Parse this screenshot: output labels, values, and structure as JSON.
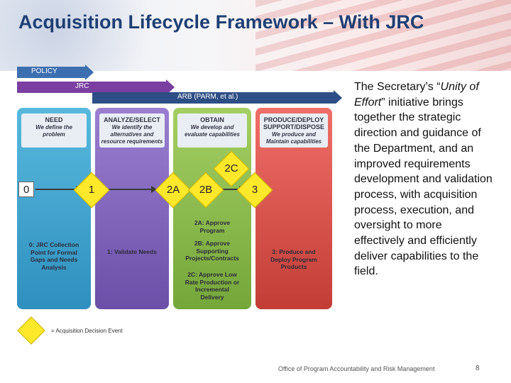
{
  "slide": {
    "title": "Acquisition Lifecycle Framework – With JRC",
    "footer": "Office of Program Accountability and Risk Management",
    "page_number": "8"
  },
  "bars": {
    "policy": "POLICY",
    "jrc": "JRC",
    "arb": "ARB (PARM, et al.)"
  },
  "phases": {
    "need": {
      "title": "NEED",
      "line1": "We define the",
      "line2": "problem"
    },
    "analyze": {
      "title": "ANALYZE/SELECT",
      "line1": "We identify the",
      "line2": "alternatives and",
      "line3": "resource requirements"
    },
    "obtain": {
      "title": "OBTAIN",
      "line1": "We develop and",
      "line2": "evaluate capabilities"
    },
    "produce": {
      "title1": "PRODUCE/DEPLOY",
      "title2": "SUPPORT/DISPOSE",
      "line1": "We produce and",
      "line2": "Maintain capabilities"
    }
  },
  "nodes": {
    "n0": "0",
    "n1": "1",
    "n2a": "2A",
    "n2b": "2B",
    "n2c": "2C",
    "n3": "3"
  },
  "notes": {
    "n0": {
      "l1": "0: JRC Collection",
      "l2": "Point for Formal",
      "l3": "Gaps and Needs",
      "l4": "Analysis"
    },
    "n1": "1: Validate Needs",
    "n2a": {
      "l1": "2A: Approve",
      "l2": "Program"
    },
    "n2b": {
      "l1": "2B: Approve",
      "l2": "Supporting",
      "l3": "Projects/Contracts"
    },
    "n2c": {
      "l1": "2C: Approve Low",
      "l2": "Rate Production or",
      "l3": "Incremental",
      "l4": "Delivery"
    },
    "n3": {
      "l1": "3: Produce and",
      "l2": "Deploy Program",
      "l3": "Products"
    }
  },
  "legend": {
    "text": "= Acquisition Decision Event"
  },
  "sidebar": {
    "p1": "The Secretary’s “",
    "em": "Unity of Effort",
    "p2": "” initiative brings together the strategic direction and guidance of the Department, and an improved requirements development and validation process, with acquisition process, execution, and oversight to more effectively and efficiently deliver capabilities to the field."
  },
  "colors": {
    "title": "#1f3f73",
    "policy_bar": "#3d6fb0",
    "jrc_bar": "#7a3fa0",
    "arb_bar": "#2d4f86",
    "decision_diamond": "#ffe82a"
  },
  "icons": {
    "decision": "yellow-diamond-icon"
  }
}
